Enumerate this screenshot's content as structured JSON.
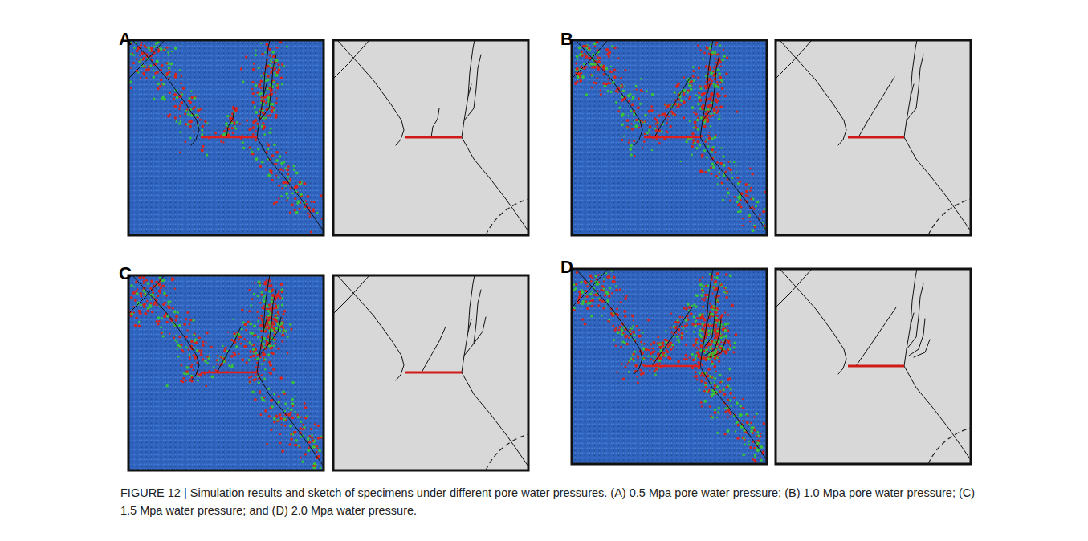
{
  "diagram": {
    "caption": "FIGURE 12 | Simulation results and sketch of specimens under different pore water pressures. (A) 0.5 Mpa pore water pressure; (B) 1.0 Mpa pore water pressure; (C) 1.5 Mpa water pressure; and (D) 2.0 Mpa water pressure.",
    "labels": [
      "A",
      "B",
      "C",
      "D"
    ]
  }
}
